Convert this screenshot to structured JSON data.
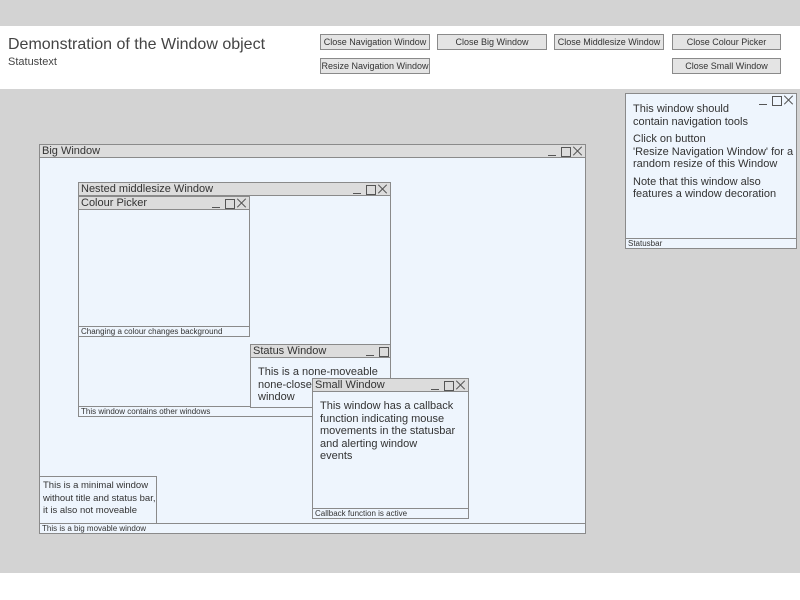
{
  "page": {
    "title": "Demonstration of the Window object",
    "statustext": "Statustext"
  },
  "buttons": {
    "close_navigation": "Close Navigation Window",
    "close_big": "Close Big Window",
    "close_middlesize": "Close Middlesize Window",
    "close_colour_picker": "Close Colour Picker",
    "resize_navigation": "Resize Navigation Window",
    "close_small": "Close Small Window"
  },
  "navigation_window": {
    "line1": "This window should",
    "line2": "contain navigation tools",
    "line3": "Click on button",
    "line4": "'Resize Navigation Window' for a",
    "line5": "random resize of this Window",
    "line6": "Note that this window also",
    "line7": "features a window decoration",
    "statusbar": "Statusbar"
  },
  "big_window": {
    "title": "Big Window",
    "statusbar": "This is a big movable window"
  },
  "middlesize_window": {
    "title": "Nested middlesize Window",
    "statusbar": "This window contains other windows"
  },
  "colour_picker": {
    "title": "Colour Picker",
    "statusbar": "Changing a colour changes background"
  },
  "status_window": {
    "title": "Status Window",
    "line1": "This is a none-moveable",
    "line2": "none-closeable",
    "line3": "window"
  },
  "small_window": {
    "title": "Small Window",
    "line1": "This window has a callback",
    "line2": "function indicating mouse",
    "line3": "movements in the statusbar",
    "line4": "and alerting window",
    "line5": "events",
    "statusbar": "Callback function is active"
  },
  "minimal_window": {
    "line1": "This is a minimal window",
    "line2": "without title and status bar,",
    "line3": "it is also not moveable"
  },
  "colors": {
    "desktop": "#d3d3d3",
    "window_bg": "#eef5fd",
    "titlebar": "#dcdcdc",
    "border": "#8a8a8a"
  },
  "icons": [
    "minimize-icon",
    "maximize-icon",
    "close-icon"
  ]
}
